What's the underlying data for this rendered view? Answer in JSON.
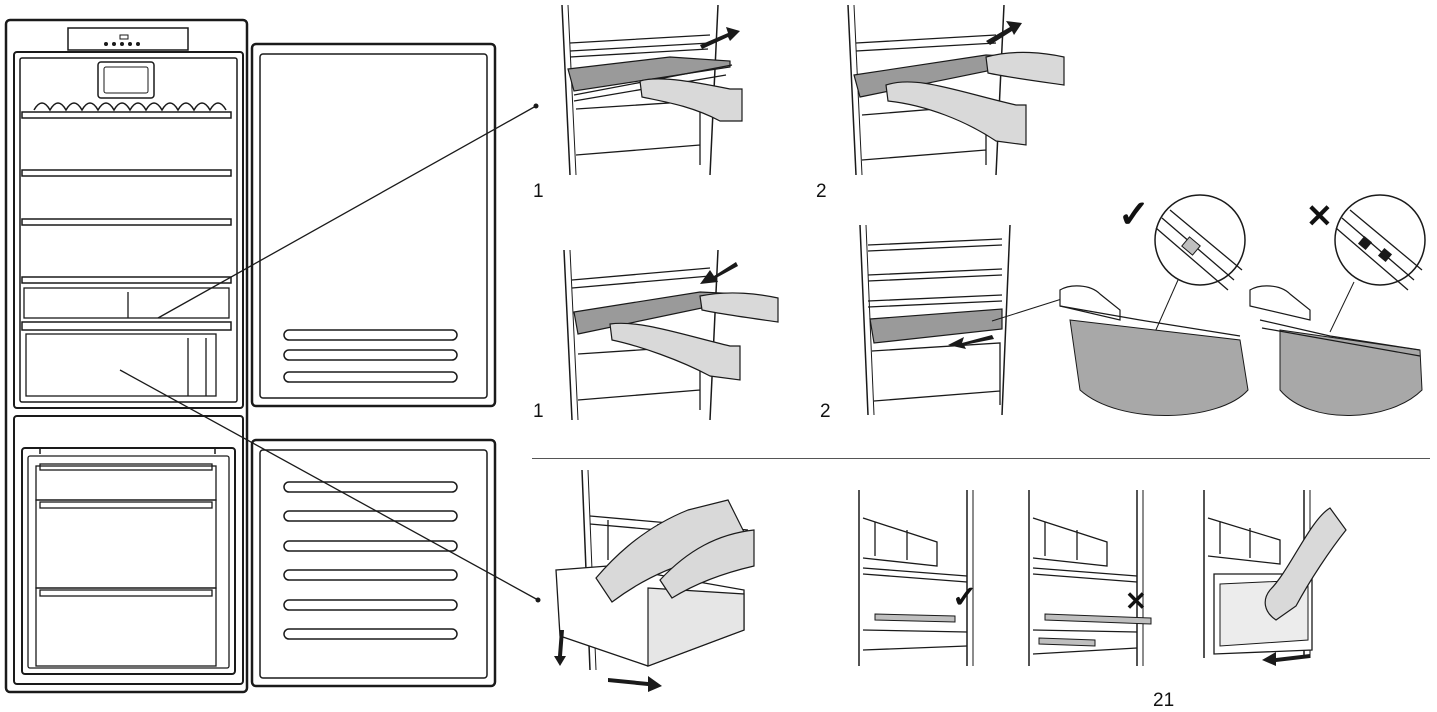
{
  "steps": {
    "row1_left": "1",
    "row1_right": "2",
    "row2_left": "1",
    "row2_right": "2"
  },
  "marks": {
    "check_symbol": "✓",
    "cross_symbol": "✕"
  },
  "page": {
    "number": "21"
  },
  "colors": {
    "line": "#1a1a1a",
    "shelf_fill": "#9a9a9a",
    "hand_fill": "#d9d9d9",
    "lens_fill": "#a8a8a8"
  },
  "icons": [
    "fridge-diagram",
    "hand-icon",
    "arrow-icon",
    "check-icon",
    "cross-icon",
    "magnifier-circle"
  ]
}
